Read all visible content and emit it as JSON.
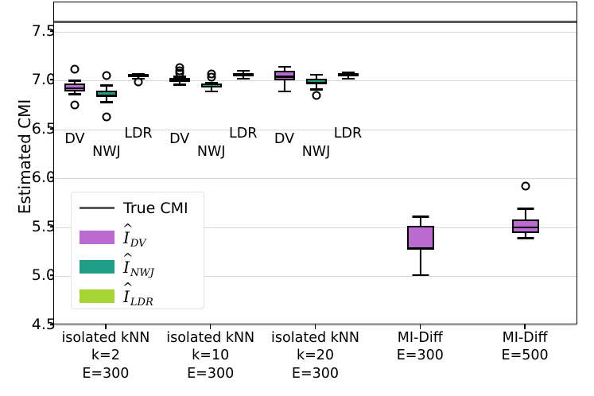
{
  "chart_data": {
    "type": "box",
    "title": "",
    "xlabel": "",
    "ylabel": "Estimated CMI",
    "ylim": [
      4.5,
      7.8
    ],
    "yticks": [
      4.5,
      5.0,
      5.5,
      6.0,
      6.5,
      7.0,
      7.5
    ],
    "ytick_labels": [
      "4.5",
      "5.0",
      "5.5",
      "6.0",
      "6.5",
      "7.0",
      "7.5"
    ],
    "grid": true,
    "legend_position": "lower left",
    "true_cmi": 7.61,
    "colors": {
      "dv": "#bb6bd0",
      "nwj": "#1f9e85",
      "ldr": "#a5d633",
      "true_cmi_line": "#5a5a5a",
      "grid": "#d7d7d7",
      "edge": "#000000"
    },
    "legend": [
      {
        "kind": "line",
        "label": "True CMI",
        "color": "#5a5a5a"
      },
      {
        "kind": "patch",
        "label_base": "I",
        "label_sub": "DV",
        "color": "#bb6bd0"
      },
      {
        "kind": "patch",
        "label_base": "I",
        "label_sub": "NWJ",
        "color": "#1f9e85"
      },
      {
        "kind": "patch",
        "label_base": "I",
        "label_sub": "LDR",
        "color": "#a5d633"
      }
    ],
    "groups": [
      {
        "id": "isolated-knn-k2",
        "xtick_lines": [
          "isolated kNN",
          "k=2",
          "E=300"
        ],
        "boxes": [
          {
            "method": "DV",
            "color": "#bb6bd0",
            "whisker_low": 6.87,
            "q1": 6.89,
            "median": 6.93,
            "q3": 6.97,
            "whisker_high": 7.01,
            "fliers": [
              7.12,
              6.75
            ]
          },
          {
            "method": "NWJ",
            "color": "#1f9e85",
            "whisker_low": 6.79,
            "q1": 6.83,
            "median": 6.86,
            "q3": 6.9,
            "whisker_high": 6.96,
            "fliers": [
              7.05,
              6.63
            ]
          },
          {
            "method": "LDR",
            "color": "#a5d633",
            "whisker_low": 7.03,
            "q1": 7.04,
            "median": 7.06,
            "q3": 7.07,
            "whisker_high": 7.08,
            "fliers": [
              6.99
            ]
          }
        ]
      },
      {
        "id": "isolated-knn-k10",
        "xtick_lines": [
          "isolated kNN",
          "k=10",
          "E=300"
        ],
        "boxes": [
          {
            "method": "DV",
            "color": "#bb6bd0",
            "whisker_low": 6.97,
            "q1": 6.99,
            "median": 7.01,
            "q3": 7.03,
            "whisker_high": 7.05,
            "fliers": [
              7.13,
              7.1,
              7.08
            ]
          },
          {
            "method": "NWJ",
            "color": "#1f9e85",
            "whisker_low": 6.9,
            "q1": 6.93,
            "median": 6.95,
            "q3": 6.97,
            "whisker_high": 6.99,
            "fliers": [
              7.07,
              7.04
            ]
          },
          {
            "method": "LDR",
            "color": "#a5d633",
            "whisker_low": 7.03,
            "q1": 7.05,
            "median": 7.07,
            "q3": 7.08,
            "whisker_high": 7.11,
            "fliers": []
          }
        ]
      },
      {
        "id": "isolated-knn-k20",
        "xtick_lines": [
          "isolated kNN",
          "k=20",
          "E=300"
        ],
        "boxes": [
          {
            "method": "DV",
            "color": "#bb6bd0",
            "whisker_low": 6.9,
            "q1": 7.0,
            "median": 7.05,
            "q3": 7.1,
            "whisker_high": 7.15,
            "fliers": []
          },
          {
            "method": "NWJ",
            "color": "#1f9e85",
            "whisker_low": 6.92,
            "q1": 6.96,
            "median": 6.99,
            "q3": 7.02,
            "whisker_high": 7.07,
            "fliers": [
              6.85
            ]
          },
          {
            "method": "LDR",
            "color": "#a5d633",
            "whisker_low": 7.03,
            "q1": 7.05,
            "median": 7.06,
            "q3": 7.08,
            "whisker_high": 7.09,
            "fliers": []
          }
        ]
      },
      {
        "id": "mi-diff-e300",
        "xtick_lines": [
          "MI-Diff",
          "E=300",
          ""
        ],
        "boxes": [
          {
            "method": "DV",
            "color": "#bb6bd0",
            "whisker_low": 5.02,
            "q1": 5.27,
            "median": 5.3,
            "q3": 5.52,
            "whisker_high": 5.62,
            "fliers": []
          }
        ]
      },
      {
        "id": "mi-diff-e500",
        "xtick_lines": [
          "MI-Diff",
          "E=500",
          ""
        ],
        "boxes": [
          {
            "method": "DV",
            "color": "#bb6bd0",
            "whisker_low": 5.4,
            "q1": 5.44,
            "median": 5.51,
            "q3": 5.58,
            "whisker_high": 5.7,
            "fliers": [
              5.92
            ]
          }
        ]
      }
    ],
    "inplot_labels": [
      {
        "text": "DV",
        "group": 0,
        "method": "DV"
      },
      {
        "text": "NWJ",
        "group": 0,
        "method": "NWJ"
      },
      {
        "text": "LDR",
        "group": 0,
        "method": "LDR"
      },
      {
        "text": "DV",
        "group": 1,
        "method": "DV"
      },
      {
        "text": "NWJ",
        "group": 1,
        "method": "NWJ"
      },
      {
        "text": "LDR",
        "group": 1,
        "method": "LDR"
      },
      {
        "text": "DV",
        "group": 2,
        "method": "DV"
      },
      {
        "text": "NWJ",
        "group": 2,
        "method": "NWJ"
      },
      {
        "text": "LDR",
        "group": 2,
        "method": "LDR"
      }
    ]
  }
}
